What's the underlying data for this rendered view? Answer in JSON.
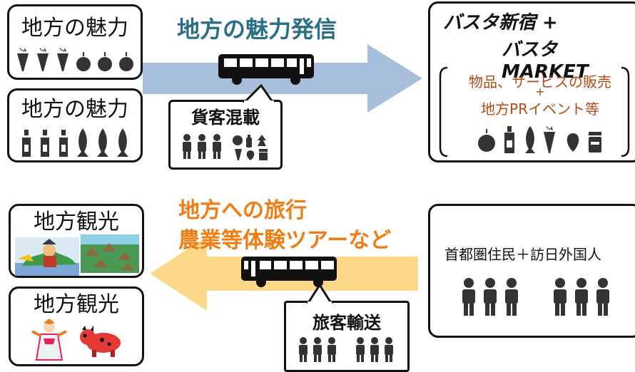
{
  "top": {
    "heading": "地方の魅力発信",
    "left_box_1": {
      "title": "地方の魅力",
      "icons": [
        "radish-icon",
        "radish-icon",
        "radish-icon",
        "apple-icon",
        "apple-icon",
        "apple-icon"
      ]
    },
    "left_box_2": {
      "title": "地方の魅力",
      "icons": [
        "sake-bottle-icon",
        "sake-bottle-icon",
        "sake-bottle-icon",
        "fish-icon",
        "fish-icon",
        "fish-icon"
      ]
    },
    "callout": {
      "title": "貨客混載"
    },
    "right_box": {
      "brand_line1": "バスタ新宿 +",
      "brand_line2": "バスタMARKET",
      "text_line1": "物品、サービスの販売",
      "text_plus": "+",
      "text_line2": "地方PRイベント等"
    }
  },
  "bottom": {
    "heading_line1": "地方への旅行",
    "heading_line2": "農業等体験ツアーなど",
    "left_box_1": {
      "title": "地方観光"
    },
    "left_box_2": {
      "title": "地方観光"
    },
    "callout": {
      "title": "旅客輸送"
    },
    "right_box": {
      "text": "首都圏住民＋訪日外国人"
    }
  },
  "colors": {
    "top_heading": "#2b6f86",
    "bottom_heading": "#f07d14",
    "top_arrow": "#a8bfdc",
    "bottom_arrow": "#fcd98a",
    "right_text": "#b34a12",
    "icon_gray": "#333333"
  }
}
